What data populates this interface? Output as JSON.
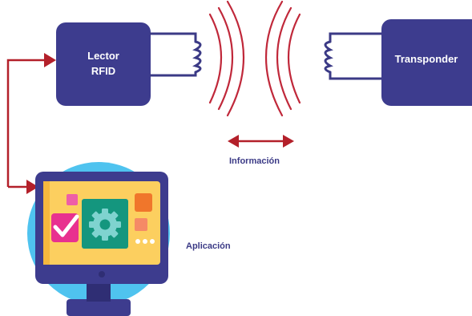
{
  "reader": {
    "label": "Lector\nRFID"
  },
  "transponder": {
    "label": "Transponder"
  },
  "information": {
    "label": "Información"
  },
  "application": {
    "label": "Aplicación"
  },
  "colors": {
    "box": "#3d3c8e",
    "wire": "#3b3a86",
    "arrow": "#b3202a",
    "waves": "#c0283a",
    "text": "#3b3a86",
    "monitor_circle": "#4fc3ef",
    "screen": "#fccf5f",
    "panel": "#14967e"
  }
}
